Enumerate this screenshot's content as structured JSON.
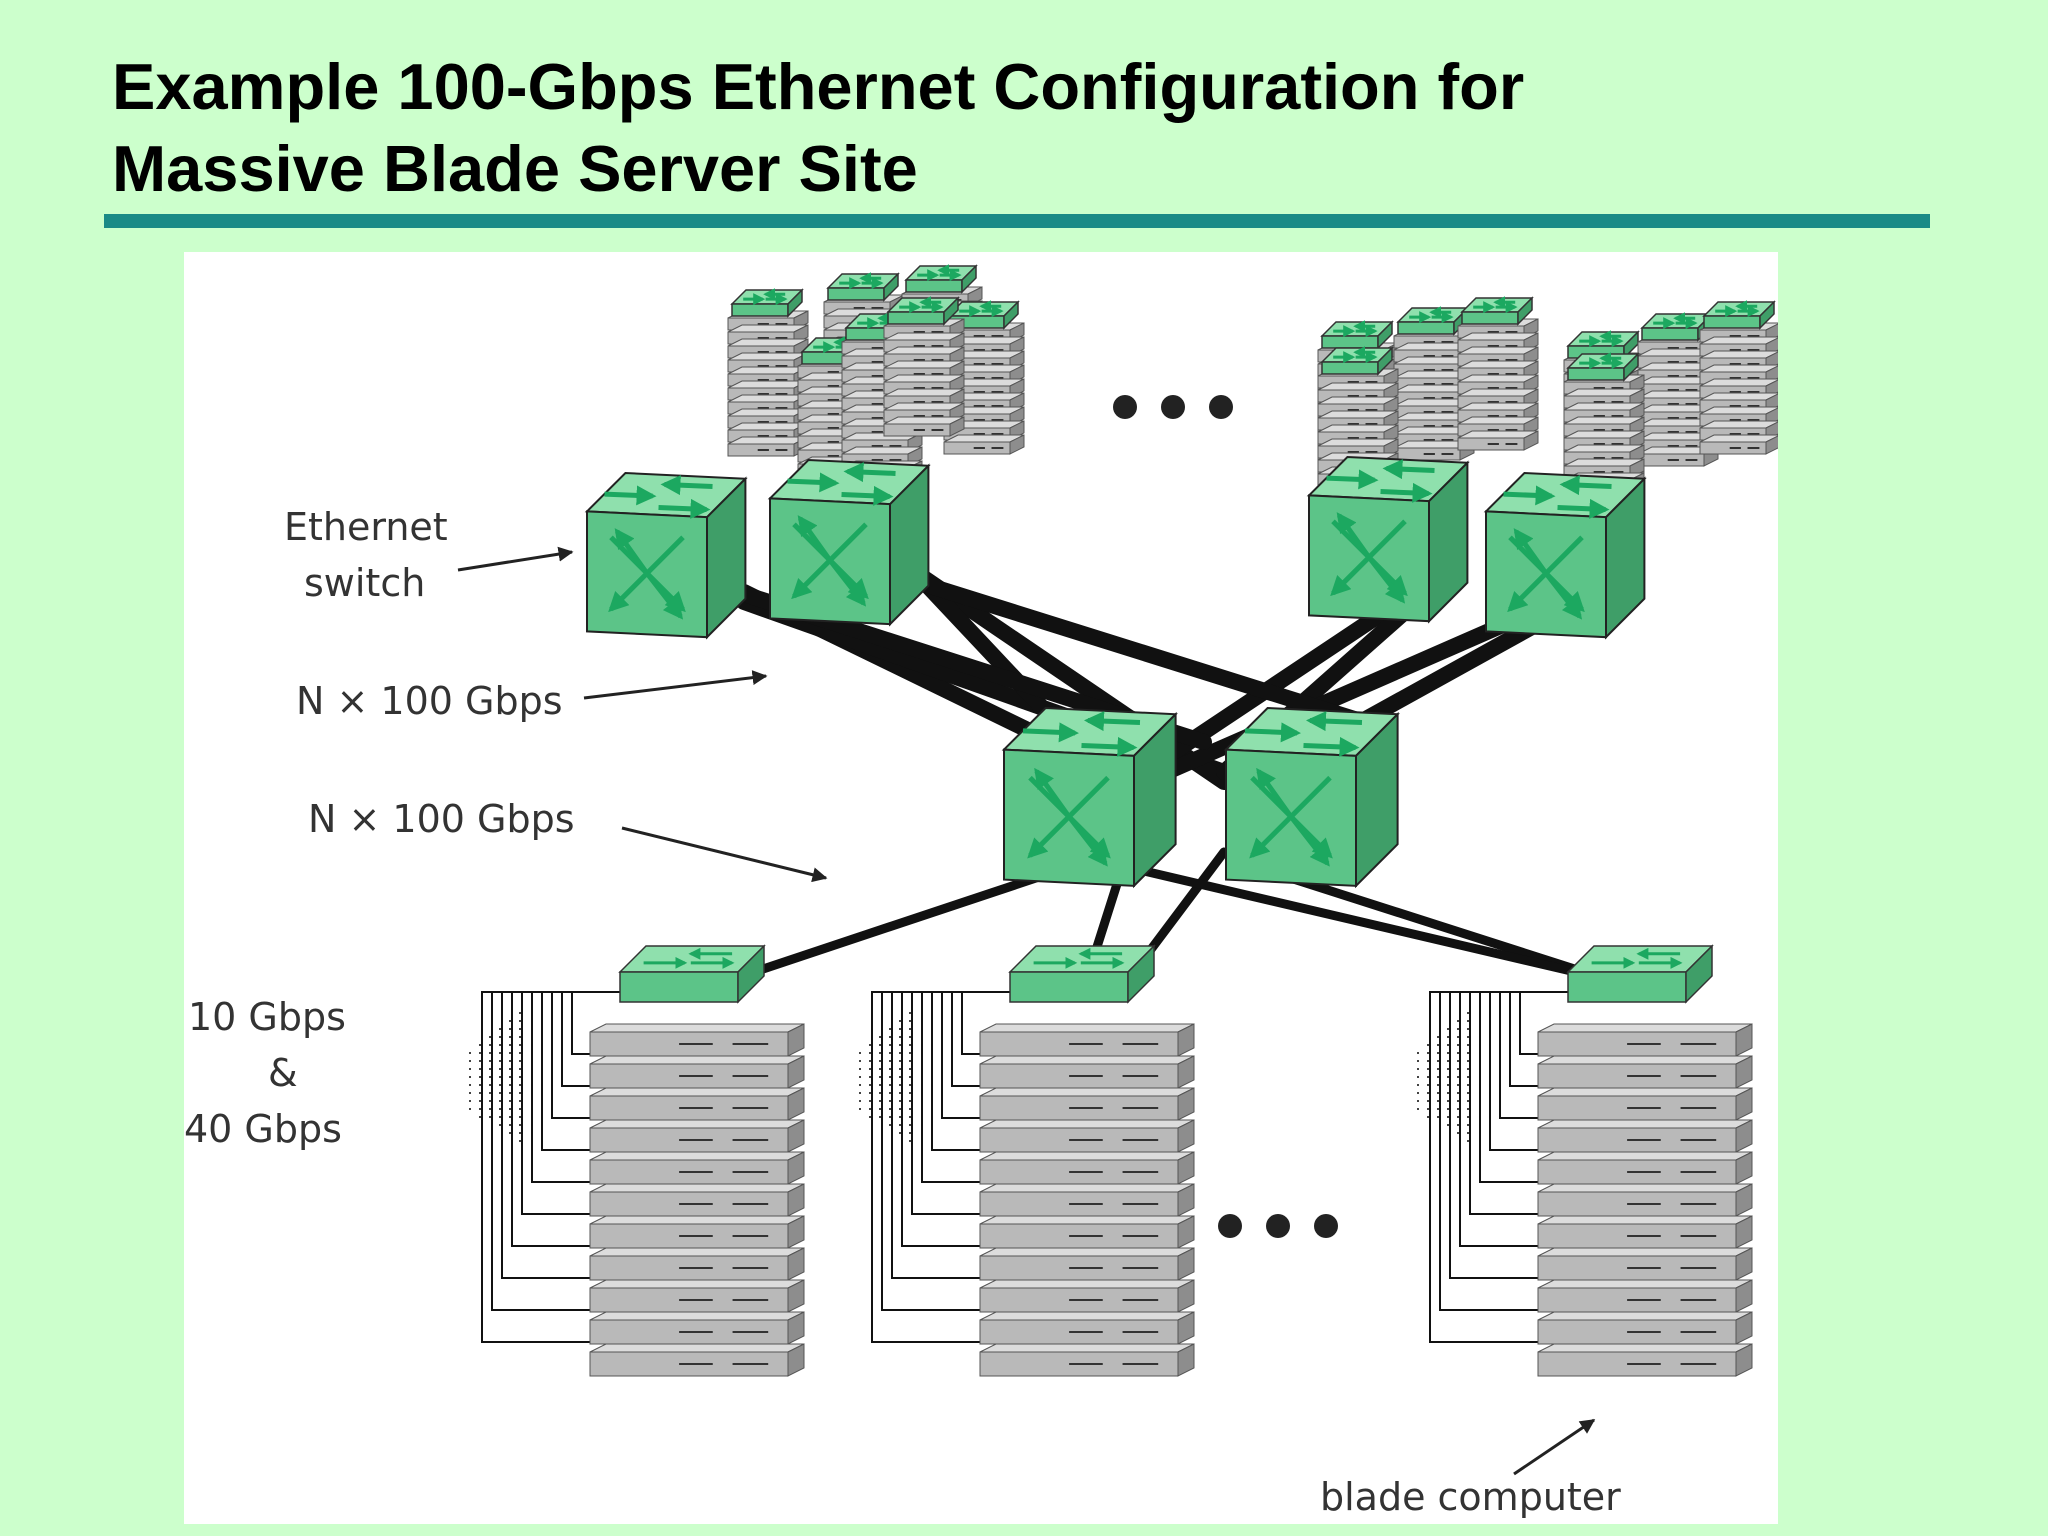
{
  "slide": {
    "title_line1": "Example 100-Gbps Ethernet Configuration for",
    "title_line2": "Massive Blade Server Site"
  },
  "diagram": {
    "label_ethernet_switch_line1": "Ethernet",
    "label_ethernet_switch_line2": "switch",
    "label_uplink_speed_top": "N × 100 Gbps",
    "label_uplink_speed_bottom": "N × 100 Gbps",
    "label_blade_speed_line1": "10 Gbps",
    "label_blade_speed_line2": "&",
    "label_blade_speed_line3": "40 Gbps",
    "label_blade_computer": "blade computer"
  },
  "colors": {
    "background": "#ccffcc",
    "title_rule": "#1a8a86",
    "switch_green": "#5cc488",
    "arrow_green": "#1ca860",
    "server_gray": "#b9b9b9",
    "link_black": "#111111"
  }
}
